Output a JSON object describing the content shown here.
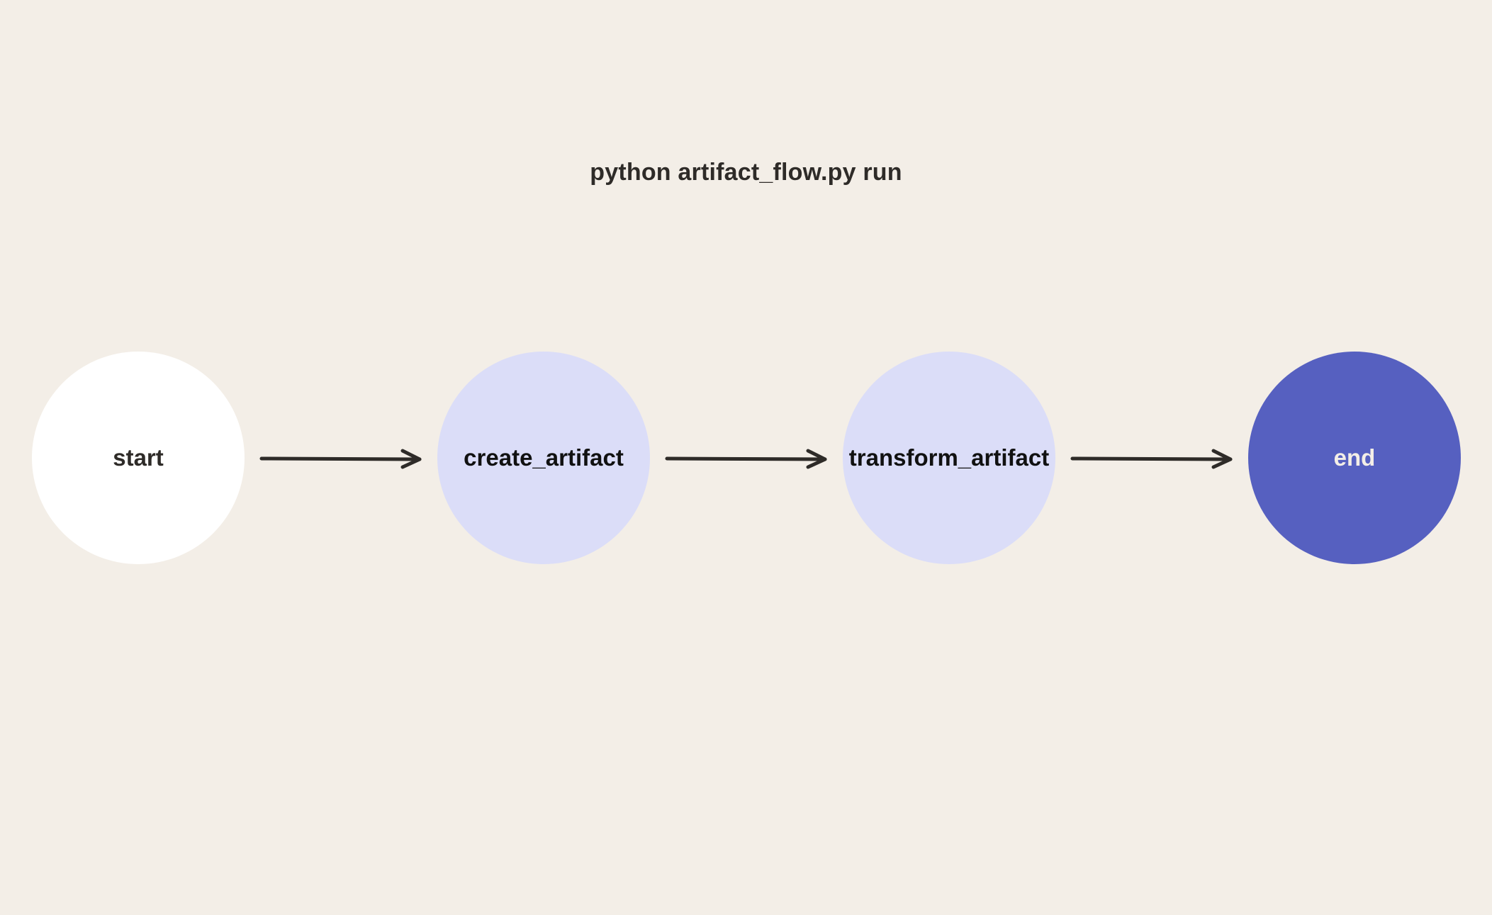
{
  "title": "python artifact_flow.py run",
  "colors": {
    "background": "#F3EEE7",
    "text": "#2E2B28",
    "arrow": "#2E2B28",
    "start_fill": "#FFFFFF",
    "step_fill": "#DBDDF8",
    "end_fill": "#5660C0",
    "end_text": "#F3EEE7"
  },
  "nodes": [
    {
      "label": "start",
      "fill": "#FFFFFF",
      "text_color": "#2E2B28"
    },
    {
      "label": "create_artifact",
      "fill": "#DBDDF8",
      "text_color": "#111111"
    },
    {
      "label": "transform_artifact",
      "fill": "#DBDDF8",
      "text_color": "#111111"
    },
    {
      "label": "end",
      "fill": "#5660C0",
      "text_color": "#F3EEE7"
    }
  ],
  "edges": [
    {
      "from": "start",
      "to": "create_artifact"
    },
    {
      "from": "create_artifact",
      "to": "transform_artifact"
    },
    {
      "from": "transform_artifact",
      "to": "end"
    }
  ]
}
